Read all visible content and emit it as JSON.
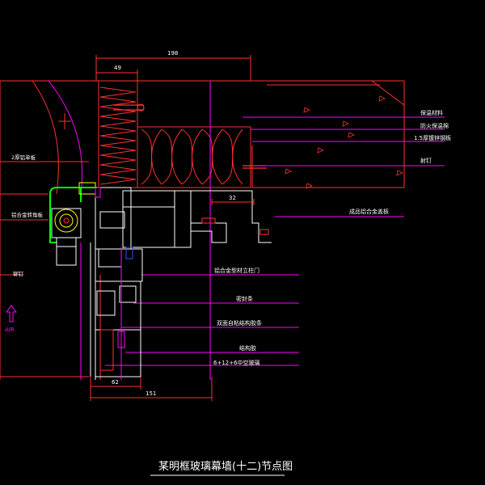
{
  "drawing": {
    "title": "某明框玻璃幕墙(十二)节点图",
    "dimensions": {
      "top_total": "198",
      "top_left": "49",
      "mid": "32",
      "bottom_a": "62",
      "bottom_b": "151"
    },
    "labels_right": [
      "保温材料",
      "防火保温棉",
      "1.5厚镀锌钢板",
      "射钉",
      "成品铝合金盖板",
      "铝合金型材立柱门",
      "密封条",
      "双面自粘结构胶条",
      "结构胶",
      "6+12+6中空玻璃"
    ],
    "labels_left": [
      "2厚铝单板",
      "铝合金转角板",
      "铆钉"
    ],
    "air_label": "AIR"
  },
  "colors": {
    "background": "#000000",
    "line_red": "#ff3030",
    "line_magenta": "#ff00ff",
    "line_white": "#ffffff",
    "line_green": "#00ff00",
    "line_yellow": "#ffff00",
    "line_blue": "#3050ff"
  }
}
